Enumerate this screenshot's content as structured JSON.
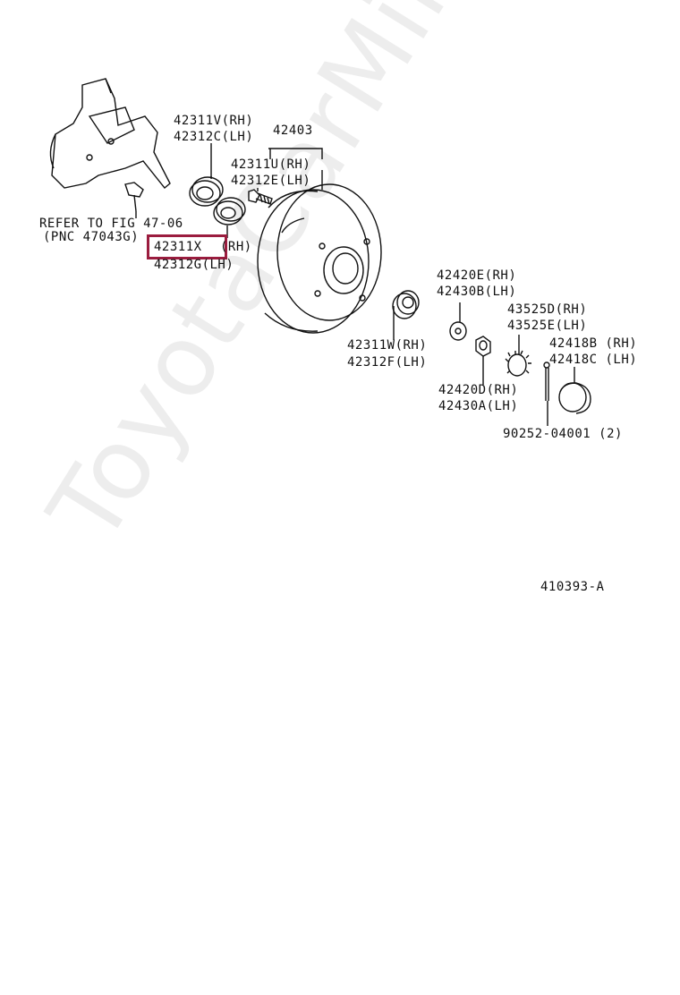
{
  "watermark": "ToyotaCarMine.ru",
  "figure_code": "410393-A",
  "highlight_color": "#9b1d3f",
  "labels": {
    "refer_line1": "REFER TO FIG 47-06",
    "refer_line2": "(PNC 47043G)",
    "p42311v": "42311V(RH)",
    "p42312c": "42312C(LH)",
    "p42403": "42403",
    "p42311u": "42311U(RH)",
    "p42312e": "42312E(LH)",
    "p42311x_num": "42311X",
    "p42311x_side": "(RH)",
    "p42312g": "42312G(LH)",
    "p42420e": "42420E(RH)",
    "p42430b": "42430B(LH)",
    "p43525d": "43525D(RH)",
    "p43525e": "43525E(LH)",
    "p42311w": "42311W(RH)",
    "p42312f": "42312F(LH)",
    "p42418b": "42418B (RH)",
    "p42418c": "42418C (LH)",
    "p42420d": "42420D(RH)",
    "p42430a": "42430A(LH)",
    "p90252": "90252-04001 (2)"
  }
}
